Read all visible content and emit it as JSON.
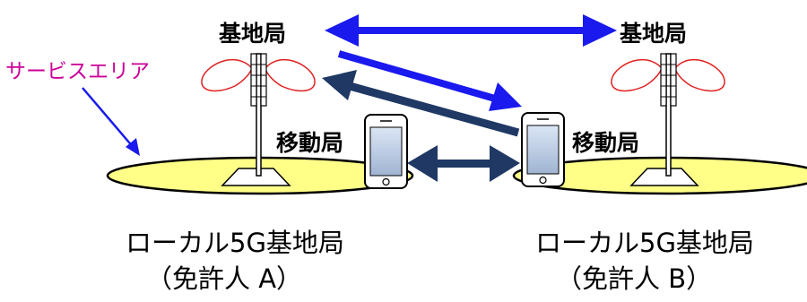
{
  "labels": {
    "base_station_left": "基地局",
    "base_station_right": "基地局",
    "service_area": "サービスエリア",
    "mobile_station_left": "移動局",
    "mobile_station_right": "移動局",
    "local5g_left": "ローカル5G基地局",
    "licensee_left": "（免許人 A）",
    "local5g_right": "ローカル5G基地局",
    "licensee_right": "（免許人 B）"
  },
  "colors": {
    "service_area_fill": "#ffff88",
    "antenna_pattern": "#e02020",
    "service_area_text": "#cc0099",
    "service_area_pointer": "#1a1aee",
    "link_bright": "#1a1aee",
    "link_dark": "#1f3864",
    "phone_fill": "#b8c8e0",
    "phone_body": "#ffffff"
  }
}
